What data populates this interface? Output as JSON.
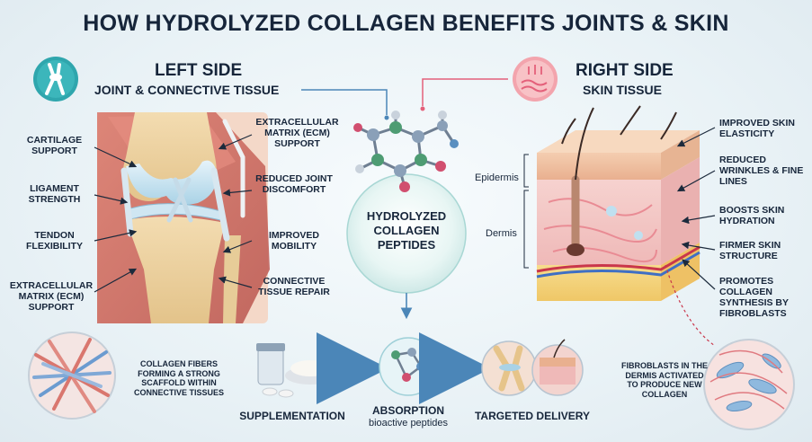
{
  "title": "HOW HYDROLYZED COLLAGEN BENEFITS JOINTS & SKIN",
  "left": {
    "title": "LEFT SIDE",
    "subtitle": "JOINT & CONNECTIVE TISSUE",
    "labels": {
      "cartilage": "CARTILAGE SUPPORT",
      "ligament": "LIGAMENT STRENGTH",
      "tendon": "TENDON FLEXIBILITY",
      "ecm_bottom": "EXTRACELLULAR MATRIX (ECM) SUPPORT",
      "ecm_top": "EXTRACELLULAR MATRIX (ECM) SUPPORT",
      "reduced_discomfort": "REDUCED JOINT DISCOMFORT",
      "mobility": "IMPROVED MOBILITY",
      "repair": "CONNECTIVE TISSUE REPAIR"
    },
    "fibers_caption": "COLLAGEN FIBERS FORMING A STRONG SCAFFOLD WITHIN CONNECTIVE TISSUES"
  },
  "center": {
    "molecule_label": "HYDROLYZED COLLAGEN PEPTIDES"
  },
  "right": {
    "title": "RIGHT SIDE",
    "subtitle": "SKIN TISSUE",
    "layers": {
      "epidermis": "Epidermis",
      "dermis": "Dermis"
    },
    "labels": {
      "elasticity": "IMPROVED SKIN ELASTICITY",
      "wrinkles": "REDUCED WRINKLES & FINE LINES",
      "hydration": "BOOSTS SKIN HYDRATION",
      "structure": "FIRMER SKIN STRUCTURE",
      "synthesis": "PROMOTES COLLAGEN SYNTHESIS BY FIBROBLASTS"
    },
    "fibroblast_caption": "FIBROBLASTS IN THE DERMIS ACTIVATED TO PRODUCE NEW COLLAGEN"
  },
  "process": {
    "step1": "SUPPLEMENTATION",
    "step2": "ABSORPTION",
    "step2_sub": "bioactive peptides",
    "step3": "TARGETED DELIVERY"
  },
  "icons": [
    "knee-joint-icon",
    "skin-layers-icon"
  ],
  "colors": {
    "teal": "#2fa6ad",
    "pink": "#e4607a",
    "navy": "#16253a",
    "arrow": "#4b86b8"
  }
}
